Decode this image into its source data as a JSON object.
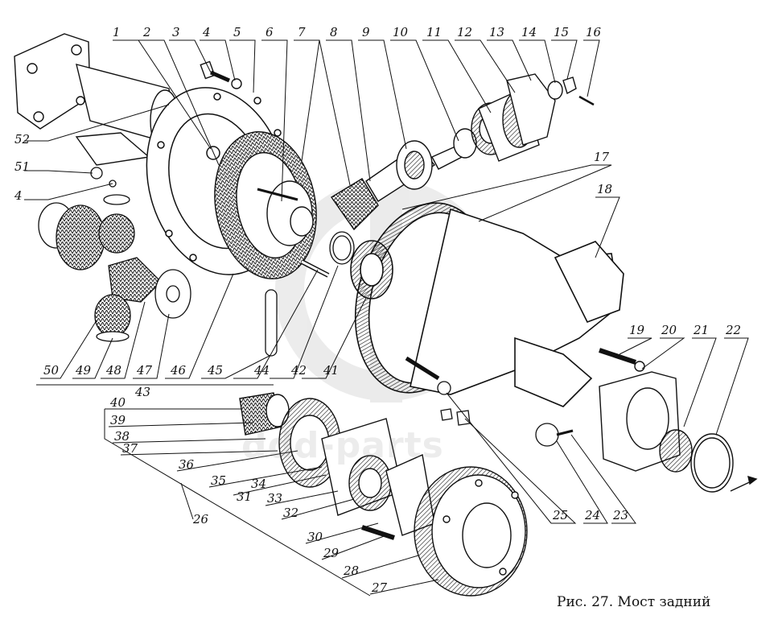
{
  "caption": "Рис. 27. Мост задний",
  "watermark": "ddd-parts",
  "labels": [
    "1",
    "2",
    "3",
    "4",
    "5",
    "6",
    "7",
    "8",
    "9",
    "10",
    "11",
    "12",
    "13",
    "14",
    "15",
    "16",
    "17",
    "18",
    "19",
    "20",
    "21",
    "22",
    "23",
    "24",
    "25",
    "26",
    "27",
    "28",
    "29",
    "30",
    "31",
    "32",
    "33",
    "34",
    "35",
    "36",
    "37",
    "38",
    "39",
    "40",
    "41",
    "42",
    "43",
    "44",
    "45",
    "46",
    "47",
    "48",
    "49",
    "50",
    "51",
    "52",
    "4"
  ],
  "colors": {
    "ink": "#111111",
    "paper": "#ffffff",
    "watermark": "#cfcfcf"
  }
}
